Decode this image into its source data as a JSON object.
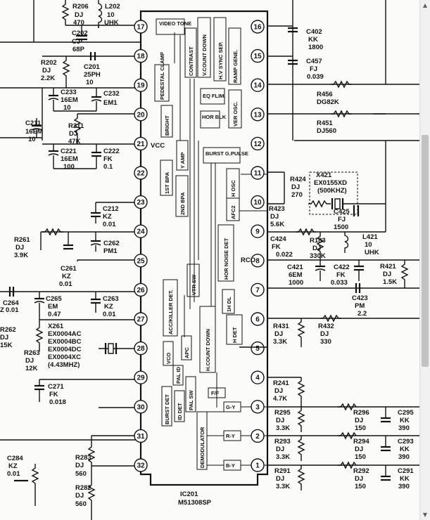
{
  "ic": {
    "ref": "IC201",
    "part": "M51308SP",
    "left_pins": [
      "17",
      "18",
      "19",
      "20",
      "21",
      "22",
      "23",
      "24",
      "25",
      "26",
      "27",
      "28",
      "29",
      "30",
      "31",
      "32"
    ],
    "right_pins": [
      "16",
      "15",
      "14",
      "13",
      "12",
      "11",
      "10",
      "9",
      "8",
      "7",
      "6",
      "5",
      "4",
      "3",
      "2",
      "1"
    ],
    "vcc_label": "VCC",
    "rco_label": "RCO",
    "blocks": {
      "video_tone": "VIDEO TONE",
      "contrast": "CONTRAST",
      "v_count_down": "V.COUNT DOWN",
      "hv_sync_sep": "H.V SYNC SEP.",
      "ramp_gene": "RAMP GENE.",
      "pedestal_clamp": "PEDESTAL CLAMP",
      "eq_flim": "EQ FLIM.",
      "ver_osc": "VER OSC.",
      "bright": "BRIGHT",
      "hor_blk": "HOR BLK",
      "burst_g_pulse": "BURST G.PULSE",
      "y_amp": "Y AMP",
      "first_bpa": "1ST BPA",
      "second_bpa": "2ND BPA",
      "h_osc": "H OSC",
      "afc2": "AFC2",
      "hor_noise_det": "HOR NOISE DET",
      "vtr_sw": "VTR SW",
      "acc_killer_det": "ACC/KILLER DET.",
      "h_count_down": "H.COUNT DOWN",
      "one_h_dl": "1H DL",
      "h_det": "H DET",
      "vco": "VCO",
      "apc": "APC",
      "pal_id": "PAL ID",
      "pal_sw": "PAL SW",
      "id_det": "ID DET",
      "burst_det": "BURST DET",
      "ff": "F/F",
      "demodulator": "DEMODULATOR",
      "g_y": "G-Y",
      "r_y": "R-Y",
      "b_y": "B-Y"
    }
  },
  "components": [
    {
      "ref": "R206",
      "code": "DJ",
      "value": "470"
    },
    {
      "ref": "L202",
      "code": "10",
      "value": "UHK"
    },
    {
      "ref": "C202",
      "code": "CJ",
      "value": "68P"
    },
    {
      "ref": "R202",
      "code": "DJ",
      "value": "2.2K"
    },
    {
      "ref": "C201",
      "code": "25PH",
      "value": "10"
    },
    {
      "ref": "C233",
      "code": "16EM",
      "value": "10"
    },
    {
      "ref": "C232",
      "code": "EM1",
      "value": ""
    },
    {
      "ref": "C211",
      "code": "16EM",
      "value": "10"
    },
    {
      "ref": "R211",
      "code": "DJ",
      "value": "47K"
    },
    {
      "ref": "C221",
      "code": "16EM",
      "value": "100"
    },
    {
      "ref": "C222",
      "code": "FK",
      "value": "0.1"
    },
    {
      "ref": "C212",
      "code": "KZ",
      "value": "0.01"
    },
    {
      "ref": "R261",
      "code": "DJ",
      "value": "3.9K"
    },
    {
      "ref": "C262",
      "code": "PM1",
      "value": ""
    },
    {
      "ref": "C261",
      "code": "KZ",
      "value": "0.01"
    },
    {
      "ref": "C264",
      "code": "Z",
      "value": "0.01"
    },
    {
      "ref": "C265",
      "code": "EM",
      "value": "0.47"
    },
    {
      "ref": "C263",
      "code": "KZ",
      "value": "0.01"
    },
    {
      "ref": "R262",
      "code": "DJ",
      "value": "15K"
    },
    {
      "ref": "R263",
      "code": "DJ",
      "value": "12K"
    },
    {
      "ref": "C271",
      "code": "FK",
      "value": "0.018"
    },
    {
      "ref": "C284",
      "code": "KZ",
      "value": "0.01"
    },
    {
      "ref": "R283",
      "code": "DJ",
      "value": "560"
    },
    {
      "ref": "R282",
      "code": "DJ",
      "value": "560"
    },
    {
      "ref": "C402",
      "code": "KK",
      "value": "1800"
    },
    {
      "ref": "C457",
      "code": "FJ",
      "value": "0.039"
    },
    {
      "ref": "R456",
      "code": "DG82K",
      "value": ""
    },
    {
      "ref": "R451",
      "code": "DJ560",
      "value": ""
    },
    {
      "ref": "R424",
      "code": "DJ",
      "value": "270"
    },
    {
      "ref": "R423",
      "code": "DJ",
      "value": "5.6K"
    },
    {
      "ref": "C425",
      "code": "FJ",
      "value": "1500"
    },
    {
      "ref": "L421",
      "code": "10",
      "value": "UHK"
    },
    {
      "ref": "C424",
      "code": "FK",
      "value": "0.022"
    },
    {
      "ref": "R183",
      "code": "DJ",
      "value": "330K"
    },
    {
      "ref": "C421",
      "code": "6EM",
      "value": "1000"
    },
    {
      "ref": "C422",
      "code": "FK",
      "value": "0.033"
    },
    {
      "ref": "R421",
      "code": "DJ",
      "value": "1.5K"
    },
    {
      "ref": "C423",
      "code": "PM",
      "value": "2.2"
    },
    {
      "ref": "R431",
      "code": "DJ",
      "value": "3.3K"
    },
    {
      "ref": "R432",
      "code": "DJ",
      "value": "330"
    },
    {
      "ref": "R241",
      "code": "DJ",
      "value": "4.7K"
    },
    {
      "ref": "R295",
      "code": "DJ",
      "value": "3.3K"
    },
    {
      "ref": "R296",
      "code": "DJ",
      "value": "150"
    },
    {
      "ref": "C295",
      "code": "KK",
      "value": "390"
    },
    {
      "ref": "R293",
      "code": "DJ",
      "value": "3.3K"
    },
    {
      "ref": "R294",
      "code": "DJ",
      "value": "150"
    },
    {
      "ref": "C293",
      "code": "KK",
      "value": "390"
    },
    {
      "ref": "R291",
      "code": "DJ",
      "value": "3.3K"
    },
    {
      "ref": "R292",
      "code": "DJ",
      "value": "150"
    },
    {
      "ref": "C291",
      "code": "KK",
      "value": "390"
    }
  ],
  "crystals": {
    "x421": {
      "ref": "X421",
      "part": "EX0155XD",
      "freq": "(500KHZ)"
    },
    "x261": {
      "ref": "X261",
      "parts": [
        "EX0004AC",
        "EX0004BC",
        "EX0004DC",
        "EX0004XC"
      ],
      "freq": "(4.43MHZ)"
    }
  },
  "scrollbar": {
    "up": "▲",
    "down": "▼"
  }
}
